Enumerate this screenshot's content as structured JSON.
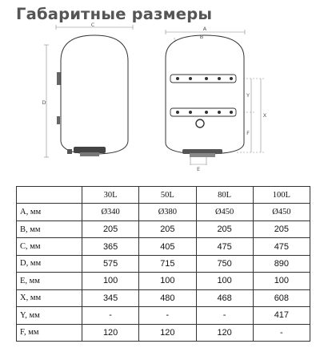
{
  "page": {
    "title": "Габаритные размеры"
  },
  "drawing": {
    "side_view": {
      "labels": [
        "C",
        "D"
      ]
    },
    "front_view": {
      "labels": [
        "A",
        "B",
        "Y",
        "X",
        "F",
        "E"
      ]
    }
  },
  "table": {
    "columns": [
      "",
      "30L",
      "50L",
      "80L",
      "100L"
    ],
    "rows": [
      {
        "label": "A, мм",
        "values": [
          "Ø340",
          "Ø380",
          "Ø450",
          "Ø450"
        ]
      },
      {
        "label": "B, мм",
        "values": [
          "205",
          "205",
          "205",
          "205"
        ]
      },
      {
        "label": "C, мм",
        "values": [
          "365",
          "405",
          "475",
          "475"
        ]
      },
      {
        "label": "D, мм",
        "values": [
          "575",
          "715",
          "750",
          "890"
        ]
      },
      {
        "label": "E, мм",
        "values": [
          "100",
          "100",
          "100",
          "100"
        ]
      },
      {
        "label": "X, мм",
        "values": [
          "345",
          "480",
          "468",
          "608"
        ]
      },
      {
        "label": "Y, мм",
        "values": [
          "-",
          "-",
          "-",
          "417"
        ]
      },
      {
        "label": "F, мм",
        "values": [
          "120",
          "120",
          "120",
          "-"
        ]
      }
    ]
  }
}
